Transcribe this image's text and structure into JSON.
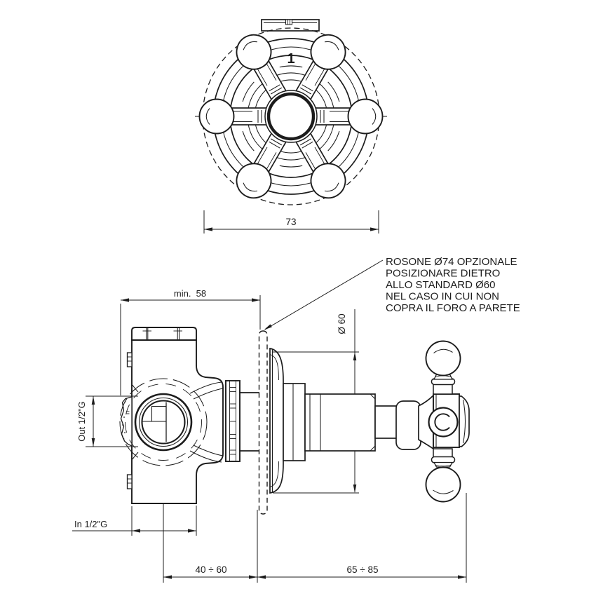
{
  "annotation": {
    "leader_note_lines": [
      "ROSONE Ø74 OPZIONALE",
      "POSIZIONARE DIETRO",
      "ALLO STANDARD Ø60",
      "NEL CASO IN CUI NON",
      "COPRA IL FORO A PARETE"
    ]
  },
  "top_view": {
    "handle_position_label": "1",
    "overall_width_mm": "73"
  },
  "side_view": {
    "min_installation_depth": "min.  58",
    "escutcheon_diameter": "Ø 60",
    "outlet_port_label": "Out 1/2\"G",
    "inlet_port_label": "In 1/2\"G",
    "wall_recess_range": "40 ÷ 60",
    "external_projection_range": "65 ÷ 85"
  },
  "colors": {
    "line": "#1c1c1c",
    "background": "#ffffff"
  }
}
